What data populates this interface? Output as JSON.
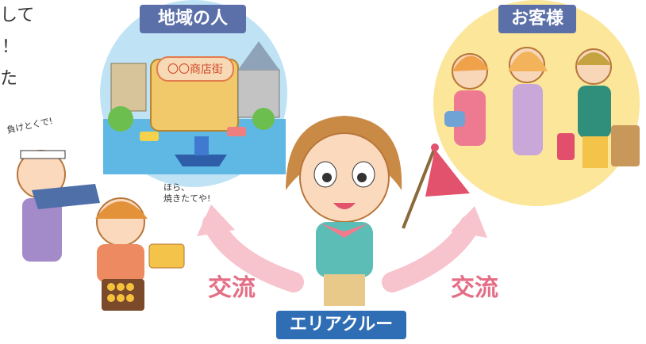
{
  "edge_text": [
    "して",
    "！",
    "た"
  ],
  "labels": {
    "local_people": "地域の人",
    "customers": "お客様",
    "area_crew": "エリアクルー",
    "exchange_left": "交流",
    "exchange_right": "交流"
  },
  "shop_sign": "〇〇商店街",
  "speech": {
    "fishmonger": "負けとくで!",
    "baker_line1": "ほら、",
    "baker_line2": "焼きたてや!"
  },
  "colors": {
    "label_blue": "#5b6fa8",
    "crew_blue": "#2f6db4",
    "exchange_pink": "#e46e86",
    "local_circle": "#bfe3f5",
    "customer_circle": "#fbe69a"
  }
}
